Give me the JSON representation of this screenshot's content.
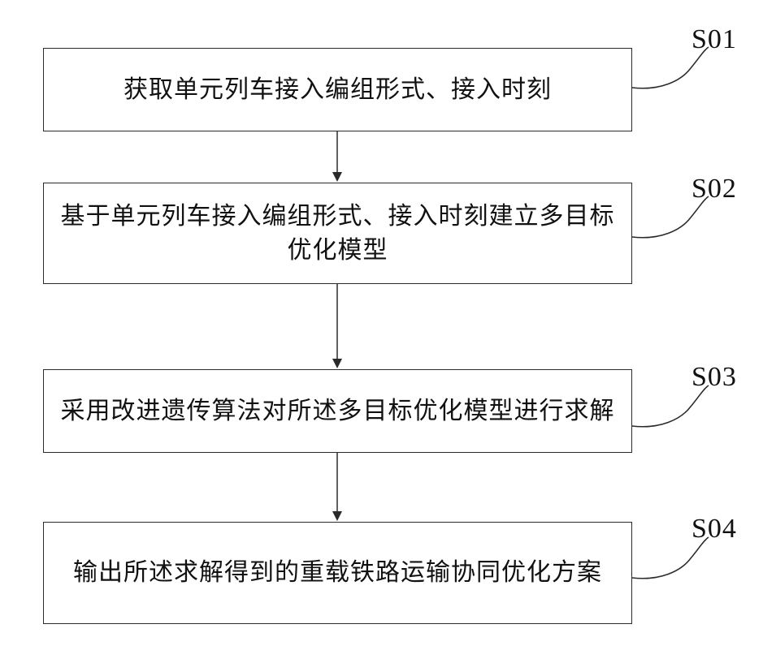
{
  "steps": [
    {
      "label": "S01",
      "text": "获取单元列车接入编组形式、接入时刻"
    },
    {
      "label": "S02",
      "text": "基于单元列车接入编组形式、接入时刻建立多目标优化模型"
    },
    {
      "label": "S03",
      "text": "采用改进遗传算法对所述多目标优化模型进行求解"
    },
    {
      "label": "S04",
      "text": "输出所述求解得到的重载铁路运输协同优化方案"
    }
  ],
  "colors": {
    "line": "#2a2a2a",
    "text": "#111111"
  }
}
